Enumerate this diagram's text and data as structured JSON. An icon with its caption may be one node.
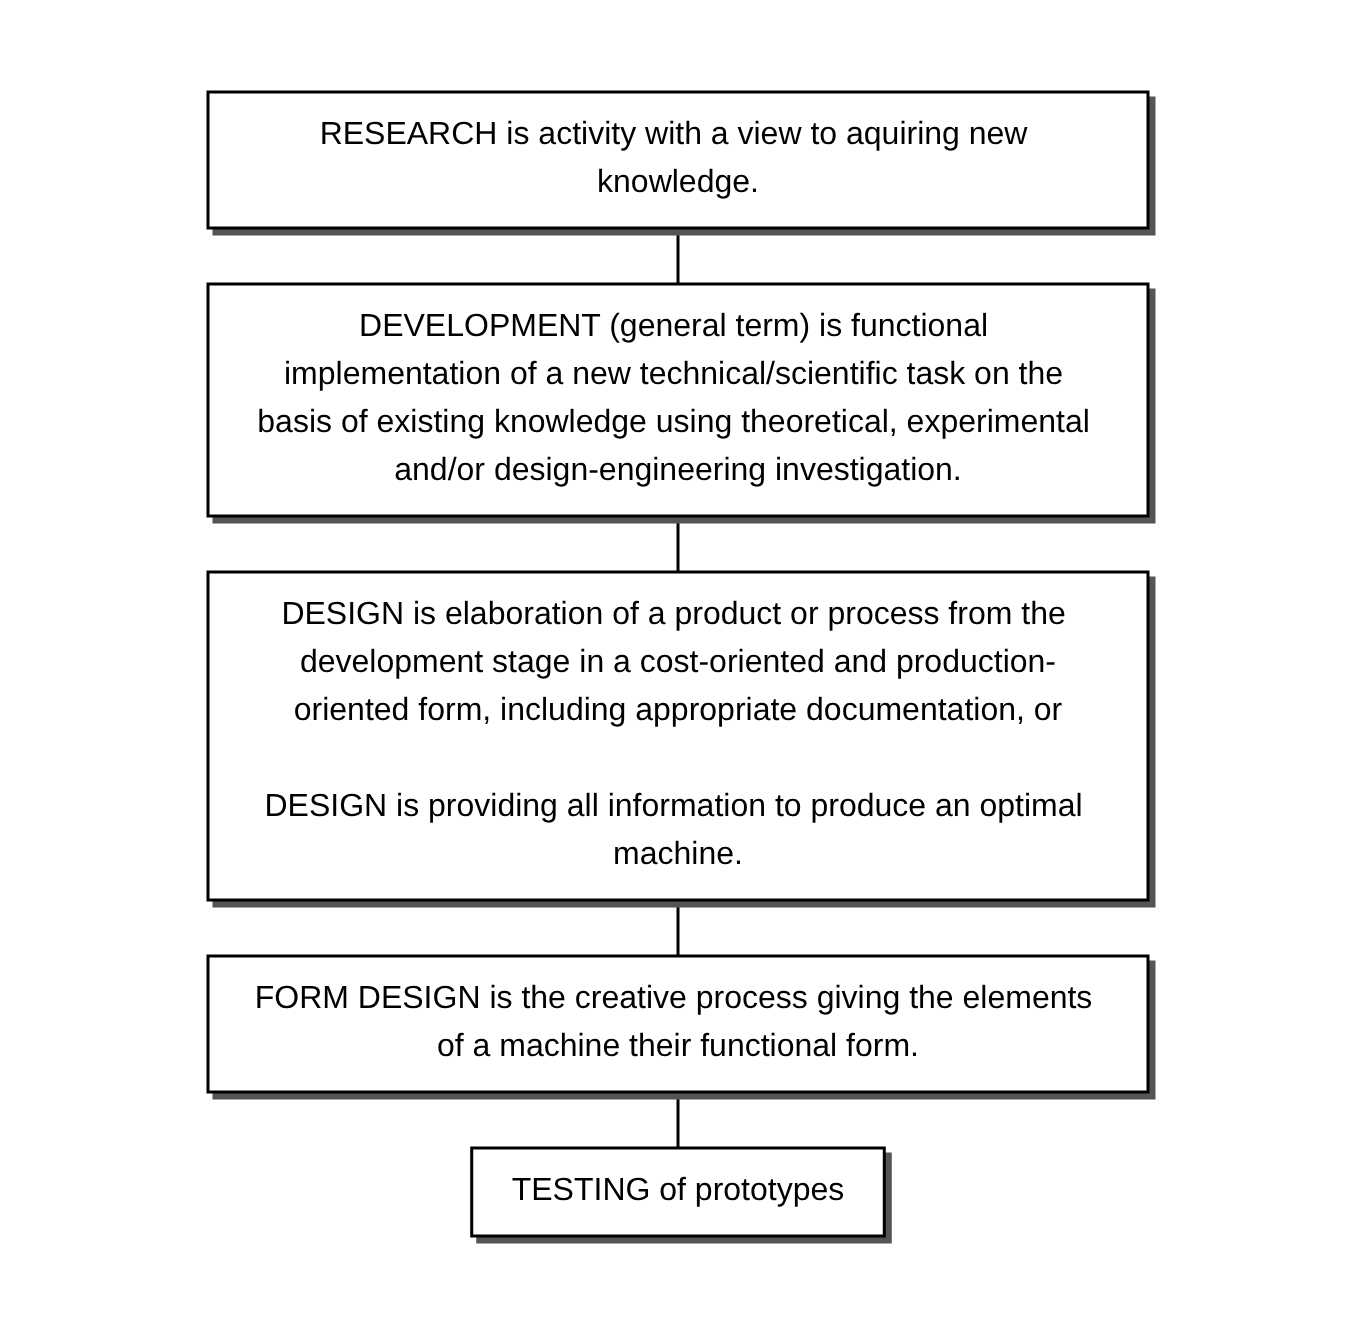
{
  "diagram": {
    "nodes": [
      {
        "text": [
          "RESEARCH is activity with a view to aquiring new knowledge."
        ]
      },
      {
        "text": [
          "DEVELOPMENT (general term) is functional implementation of a new technical/scientific task on the basis of existing knowledge using theoretical, experimental and/or design-engineering investigation."
        ]
      },
      {
        "text": [
          "DESIGN is elaboration of a product or process from the development stage in a cost-oriented and production-oriented form, including appropriate documentation, or",
          "DESIGN is providing all information to produce an optimal machine."
        ]
      },
      {
        "text": [
          "FORM DESIGN is the creative process giving the elements of a machine their functional form."
        ]
      },
      {
        "text": [
          "TESTING of prototypes"
        ]
      }
    ],
    "edges": [
      {
        "from": 0,
        "to": 1,
        "arrow": "none"
      },
      {
        "from": 1,
        "to": 2,
        "arrow": "none"
      },
      {
        "from": 2,
        "to": 3,
        "arrow": "none"
      },
      {
        "from": 3,
        "to": 4,
        "arrow": "none"
      }
    ]
  }
}
